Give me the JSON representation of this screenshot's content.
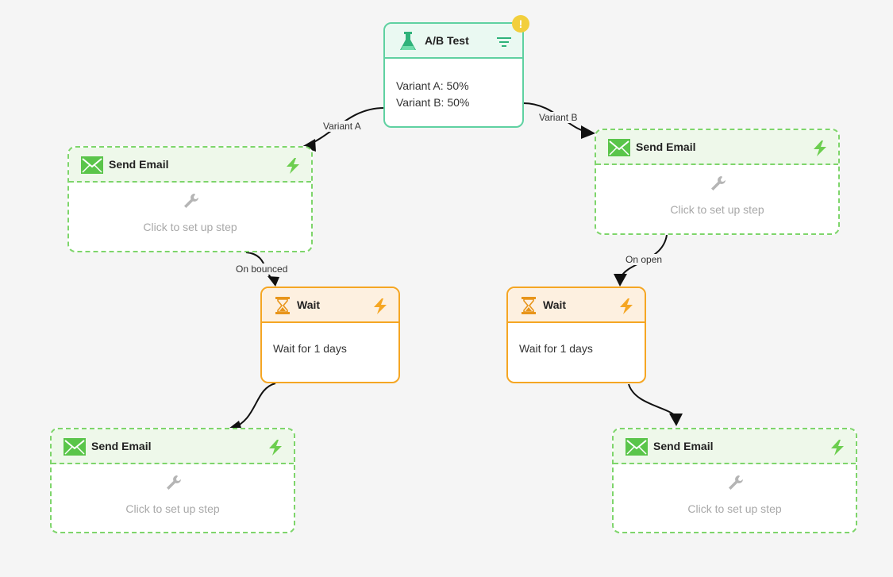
{
  "ab_test": {
    "title": "A/B Test",
    "variant_a": "Variant A: 50%",
    "variant_b": "Variant B: 50%",
    "warning": "!"
  },
  "edges": {
    "variant_a": "Variant A",
    "variant_b": "Variant B",
    "on_bounced": "On bounced",
    "on_open": "On open"
  },
  "email_left_top": {
    "title": "Send Email",
    "setup": "Click to set up step"
  },
  "email_right_top": {
    "title": "Send Email",
    "setup": "Click to set up step"
  },
  "wait_left": {
    "title": "Wait",
    "text": "Wait for 1 days"
  },
  "wait_right": {
    "title": "Wait",
    "text": "Wait for 1 days"
  },
  "email_left_bottom": {
    "title": "Send Email",
    "setup": "Click to set up step"
  },
  "email_right_bottom": {
    "title": "Send Email",
    "setup": "Click to set up step"
  },
  "colors": {
    "email_green": "#7ed56b",
    "wait_orange": "#f5a623",
    "ab_teal": "#5fd1a1",
    "warning_yellow": "#f2cf3c",
    "canvas": "#f5f5f5"
  },
  "icons": {
    "ab_test": "flask-icon",
    "ab_filter": "filter-icon",
    "email": "envelope-icon",
    "trigger": "lightning-icon",
    "setup": "wrench-icon",
    "wait": "hourglass-icon"
  }
}
